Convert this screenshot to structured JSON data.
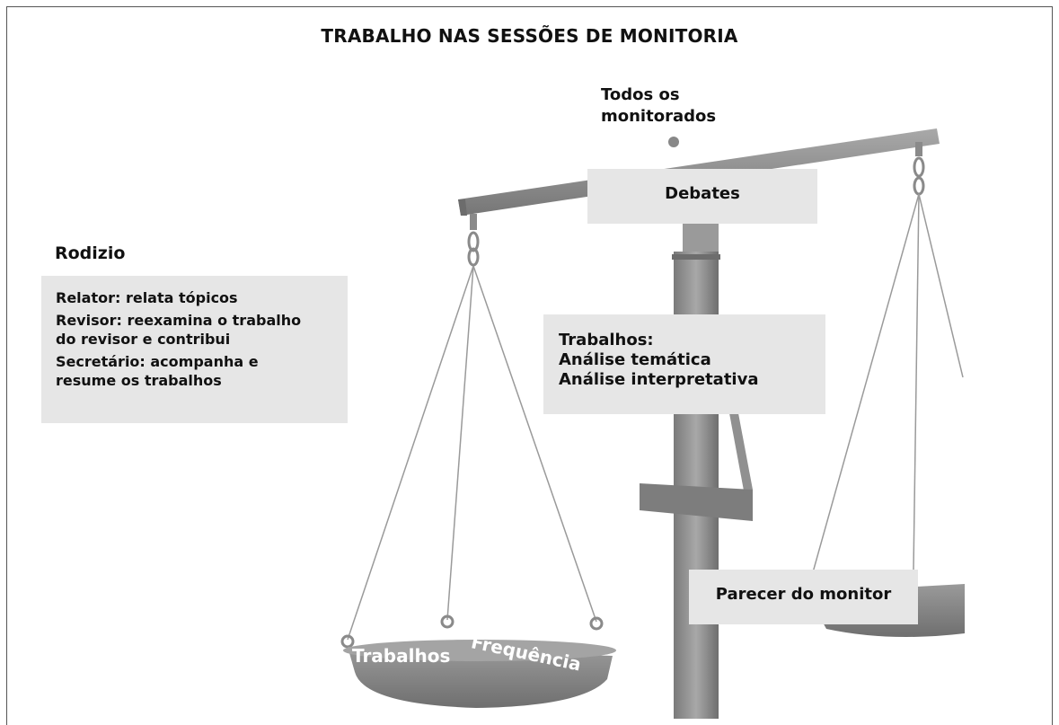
{
  "title": "TRABALHO NAS SESSÕES DE MONITORIA",
  "top_label": [
    "Todos os",
    "monitorados"
  ],
  "debates": "Debates",
  "rodizio": {
    "heading": "Rodizio",
    "items": [
      [
        "Relator: relata tópicos"
      ],
      [
        "Revisor: reexamina o trabalho",
        "do revisor e contribui"
      ],
      [
        "Secretário: acompanha e",
        "resume os trabalhos"
      ]
    ]
  },
  "trabalhos_box": [
    "Trabalhos:",
    "Análise temática",
    "Análise interpretativa"
  ],
  "parecer": "Parecer do monitor",
  "left_pan": {
    "label_1": "Trabalhos",
    "label_2": "Frequência"
  },
  "colors": {
    "box_fill": "#e6e6e6",
    "scale_metal": "#8c8c8c",
    "text": "#111111"
  }
}
